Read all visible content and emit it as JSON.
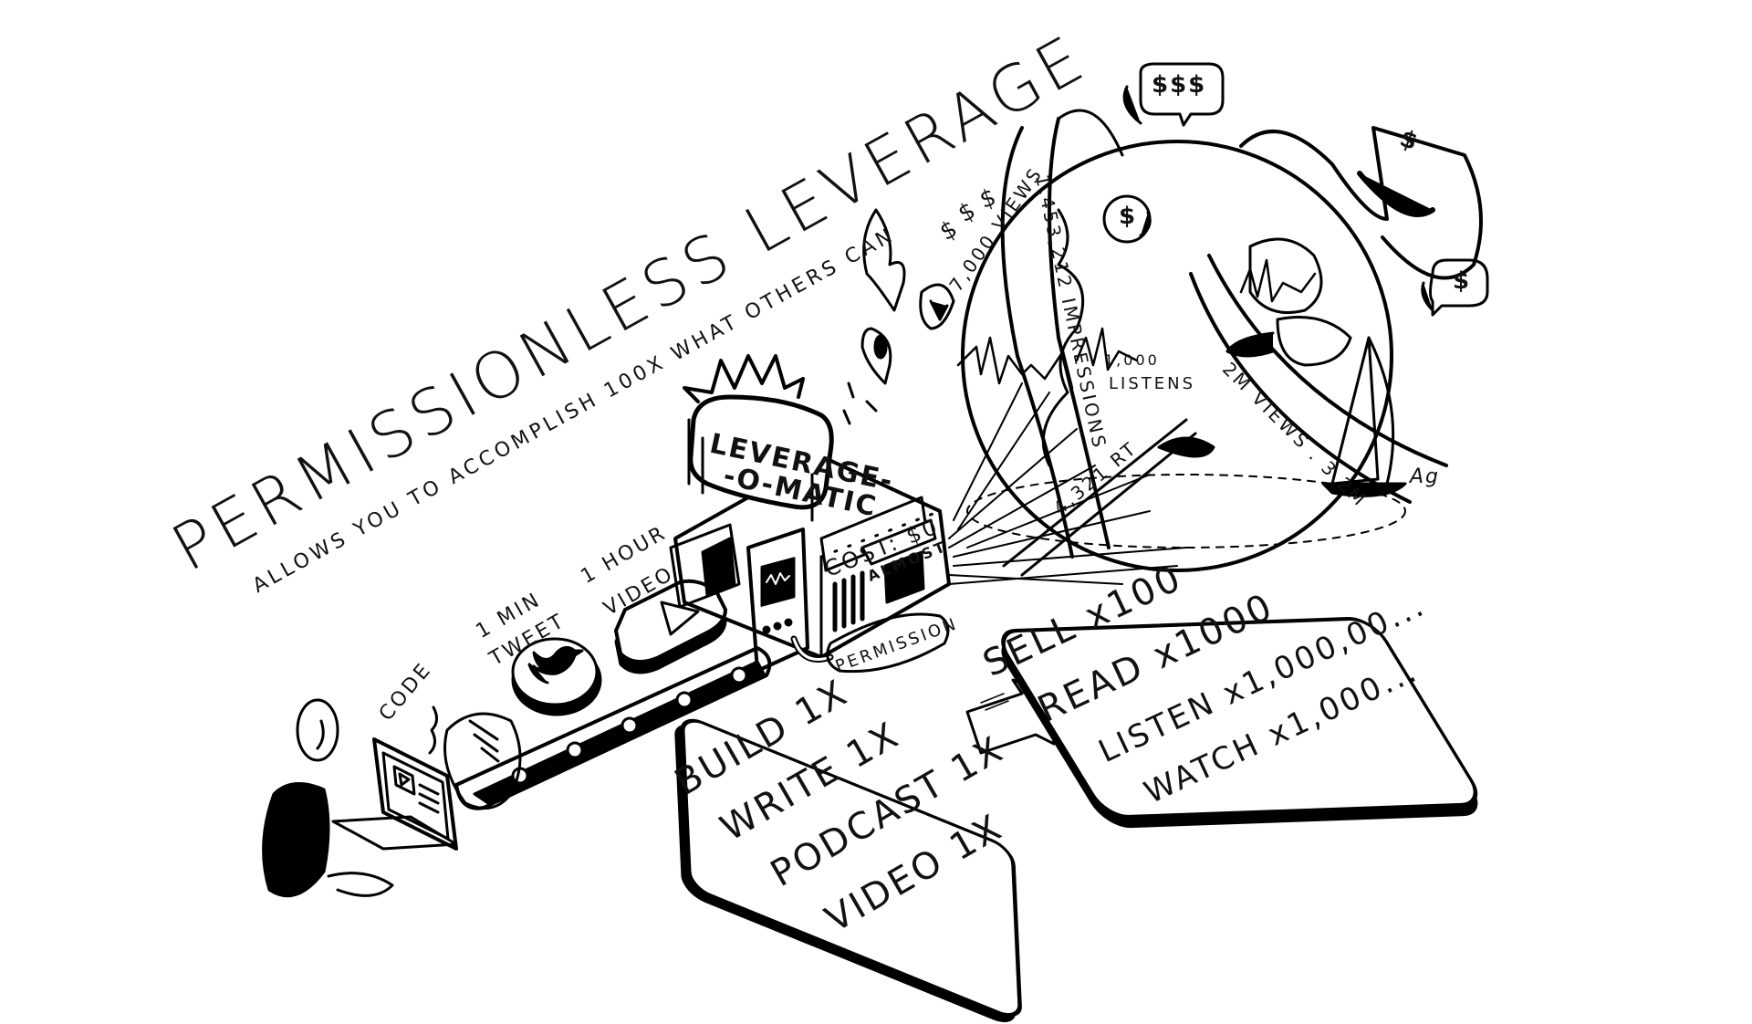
{
  "title": "PERMISSIONLESS LEVERAGE",
  "subtitle": "ALLOWS YOU TO ACCOMPLISH 100X WHAT OTHERS CAN",
  "conveyor_labels": {
    "code": "CODE",
    "tweet_line1": "1 MIN",
    "tweet_line2": "TWEET",
    "video_line1": "1 HOUR",
    "video_line2": "VIDEO"
  },
  "machine": {
    "sign_line1": "LEVERAGE-",
    "sign_line2": "-O-MATIC",
    "cost_label": "COST: $0",
    "almost_tag": "ALMOST",
    "permission_tag": "PERMISSION"
  },
  "input_card": {
    "items": [
      "BUILD 1X",
      "WRITE 1X",
      "PODCAST 1X",
      "VIDEO 1X"
    ]
  },
  "output_card": {
    "items": [
      "SELL x100",
      "READ x1000",
      "LISTEN x1,000,00...",
      "WATCH x1,000..."
    ]
  },
  "globe_ribbons": {
    "impressions": "1,453,212 IMPRESSIONS",
    "views_left": "7,000 VIEWS",
    "listens_count": "1,000",
    "listens_label": "LISTENS",
    "retweets": "4,321 RT",
    "views_right": "2M VIEWS . 3.2M"
  },
  "bubbles": {
    "top": "$$$",
    "globe_coin": "$",
    "right": "$",
    "ribbon_tip": "$",
    "floating": [
      "$",
      "$",
      "$"
    ]
  },
  "signature": "Ag",
  "icons": [
    "person-icon",
    "laptop-icon",
    "twitter-bird-icon",
    "play-button-icon",
    "globe-icon",
    "arrow-right-icon",
    "sailboat-icon"
  ]
}
